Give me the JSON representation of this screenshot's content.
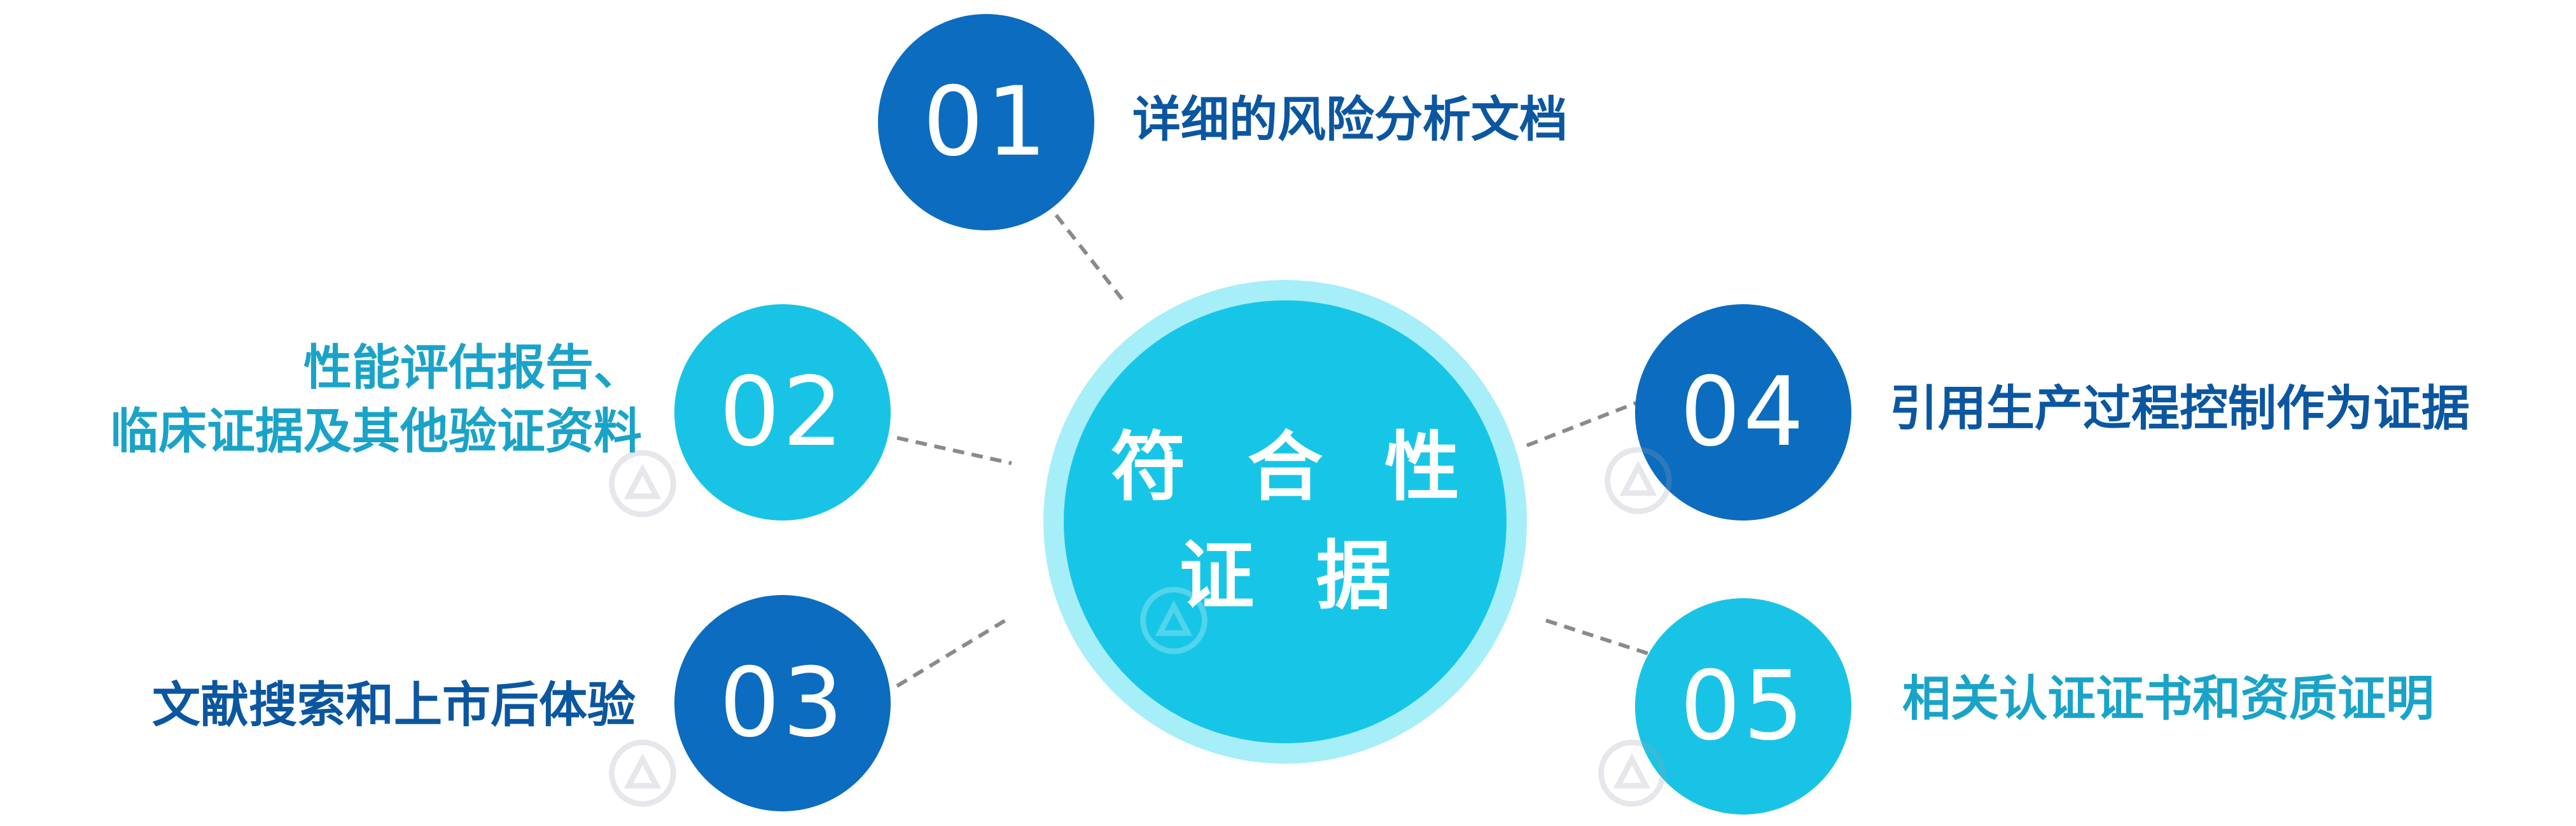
{
  "center": {
    "line1": "符 合 性",
    "line2": "证 据"
  },
  "nodes": [
    {
      "number": "01",
      "label_lines": [
        "详细的风险分析文档"
      ],
      "color": "#0b6cc0"
    },
    {
      "number": "02",
      "label_lines": [
        "性能评估报告、",
        "临床证据及其他验证资料"
      ],
      "color": "#19c3e6"
    },
    {
      "number": "03",
      "label_lines": [
        "文献搜索和上市后体验"
      ],
      "color": "#0b6cc0"
    },
    {
      "number": "04",
      "label_lines": [
        "引用生产过程控制作为证据"
      ],
      "color": "#0b6cc0"
    },
    {
      "number": "05",
      "label_lines": [
        "相关认证证书和资质证明"
      ],
      "color": "#19c3e6"
    }
  ],
  "colors": {
    "dark_blue": "#0b6cc0",
    "cyan": "#19c3e6",
    "center_halo": "#a6eef8",
    "connector": "#8a8a8a"
  }
}
